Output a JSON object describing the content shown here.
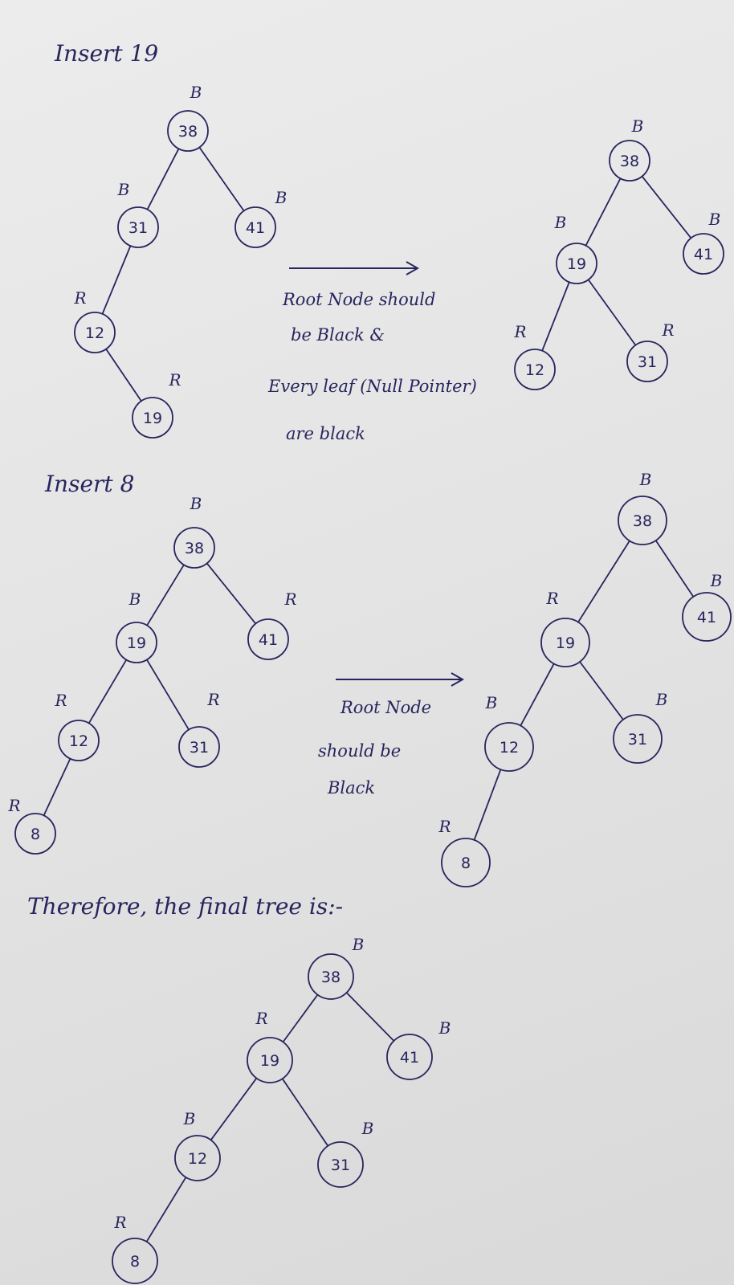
{
  "headings": {
    "insert_19": "Insert 19",
    "insert_8": "Insert 8",
    "final": "Therefore, the final tree is:-"
  },
  "notes": {
    "step1": [
      "Root Node should",
      "be Black &",
      "Every leaf (Null Pointer)",
      "are black"
    ],
    "step2": [
      "Root Node",
      "should be",
      "Black"
    ]
  },
  "trees": [
    {
      "id": "insert-19-before",
      "nodes": [
        {
          "key": "38",
          "value": "38",
          "color": "B"
        },
        {
          "key": "31",
          "value": "31",
          "color": "B"
        },
        {
          "key": "41",
          "value": "41",
          "color": "B"
        },
        {
          "key": "12",
          "value": "12",
          "color": "R"
        },
        {
          "key": "19",
          "value": "19",
          "color": "R"
        }
      ],
      "edges": [
        [
          "38",
          "31"
        ],
        [
          "38",
          "41"
        ],
        [
          "31",
          "12"
        ],
        [
          "12",
          "19"
        ]
      ]
    },
    {
      "id": "insert-19-after",
      "nodes": [
        {
          "key": "38",
          "value": "38",
          "color": "B"
        },
        {
          "key": "19",
          "value": "19",
          "color": "B"
        },
        {
          "key": "41",
          "value": "41",
          "color": "B"
        },
        {
          "key": "12",
          "value": "12",
          "color": "R"
        },
        {
          "key": "31",
          "value": "31",
          "color": "R"
        }
      ],
      "edges": [
        [
          "38",
          "19"
        ],
        [
          "38",
          "41"
        ],
        [
          "19",
          "12"
        ],
        [
          "19",
          "31"
        ]
      ]
    },
    {
      "id": "insert-8-before",
      "nodes": [
        {
          "key": "38",
          "value": "38",
          "color": "B"
        },
        {
          "key": "19",
          "value": "19",
          "color": "B"
        },
        {
          "key": "41",
          "value": "41",
          "color": "R"
        },
        {
          "key": "12",
          "value": "12",
          "color": "R"
        },
        {
          "key": "31",
          "value": "31",
          "color": "R"
        },
        {
          "key": "8",
          "value": "8",
          "color": "R"
        }
      ],
      "edges": [
        [
          "38",
          "19"
        ],
        [
          "38",
          "41"
        ],
        [
          "19",
          "12"
        ],
        [
          "19",
          "31"
        ],
        [
          "12",
          "8"
        ]
      ]
    },
    {
      "id": "insert-8-after",
      "nodes": [
        {
          "key": "38",
          "value": "38",
          "color": "B"
        },
        {
          "key": "19",
          "value": "19",
          "color": "R"
        },
        {
          "key": "41",
          "value": "41",
          "color": "B"
        },
        {
          "key": "12",
          "value": "12",
          "color": "B"
        },
        {
          "key": "31",
          "value": "31",
          "color": "B"
        },
        {
          "key": "8",
          "value": "8",
          "color": "R"
        }
      ],
      "edges": [
        [
          "38",
          "19"
        ],
        [
          "38",
          "41"
        ],
        [
          "19",
          "12"
        ],
        [
          "19",
          "31"
        ],
        [
          "12",
          "8"
        ]
      ]
    },
    {
      "id": "final-tree",
      "nodes": [
        {
          "key": "38",
          "value": "38",
          "color": "B"
        },
        {
          "key": "19",
          "value": "19",
          "color": "R"
        },
        {
          "key": "41",
          "value": "41",
          "color": "B"
        },
        {
          "key": "12",
          "value": "12",
          "color": "B"
        },
        {
          "key": "31",
          "value": "31",
          "color": "B"
        },
        {
          "key": "8",
          "value": "8",
          "color": "R"
        }
      ],
      "edges": [
        [
          "38",
          "19"
        ],
        [
          "38",
          "41"
        ],
        [
          "19",
          "12"
        ],
        [
          "19",
          "31"
        ],
        [
          "12",
          "8"
        ]
      ]
    }
  ],
  "colors": {
    "ink": "#27255e",
    "paper": "#e6e6e6"
  }
}
